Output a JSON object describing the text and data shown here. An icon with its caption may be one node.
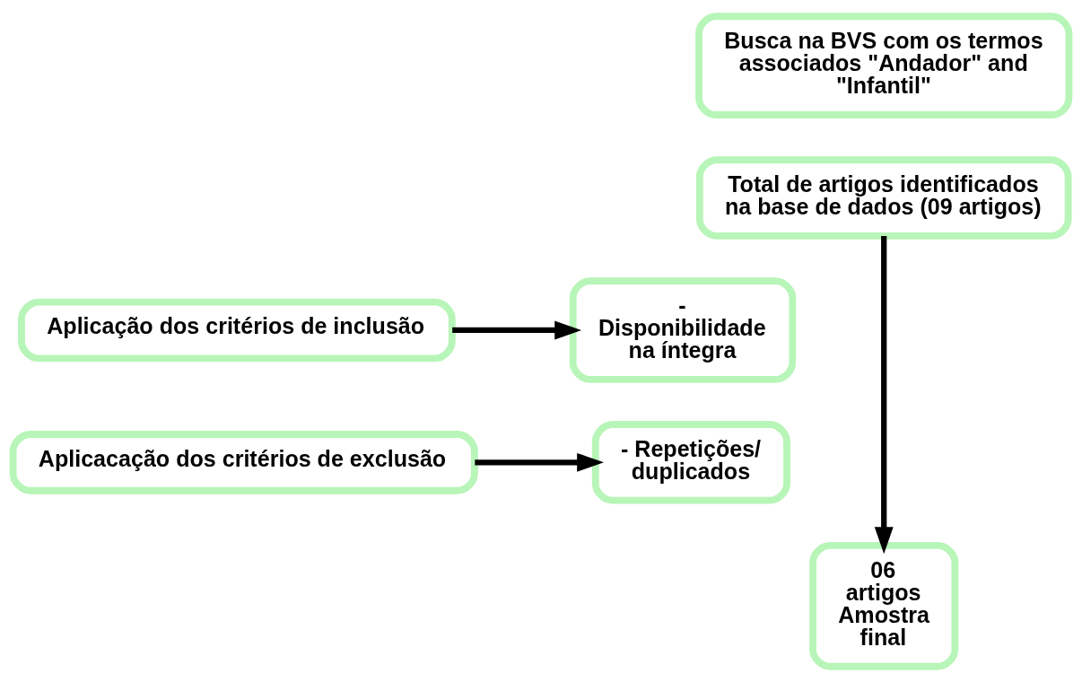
{
  "diagram": {
    "nodes": [
      {
        "text": [
          "Busca na BVS com os termos associados \"Andador\" and \"Infantil\""
        ]
      },
      {
        "text": [
          "Total de artigos identificados na base de dados (09 artigos)"
        ]
      },
      {
        "text": [
          "Aplicação dos critérios de inclusão"
        ]
      },
      {
        "text": [
          "- Disponibilidade na íntegra"
        ]
      },
      {
        "text": [
          "Aplicacação dos critérios de exclusão"
        ]
      },
      {
        "text": [
          "- Repetições/ duplicados"
        ]
      },
      {
        "text": [
          "06 artigos Amostra final"
        ]
      }
    ],
    "edges": [
      {
        "from": 1,
        "to": 6,
        "arrow": "to"
      },
      {
        "from": 2,
        "to": 3,
        "arrow": "to"
      },
      {
        "from": 4,
        "to": 5,
        "arrow": "to"
      }
    ]
  }
}
